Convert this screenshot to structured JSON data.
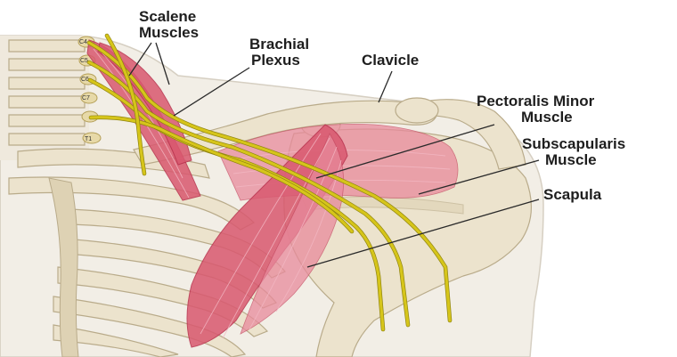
{
  "labels": {
    "scalene_line1": "Scalene",
    "scalene_line2": "Muscles",
    "brachial_line1": "Brachial",
    "brachial_line2": "Plexus",
    "clavicle": "Clavicle",
    "pectoralis_line1": "Pectoralis Minor",
    "pectoralis_line2": "Muscle",
    "subscap_line1": "Subscapularis",
    "subscap_line2": "Muscle",
    "scapula": "Scapula"
  },
  "vertebra_labels": [
    "C4",
    "C5",
    "C6",
    "C7",
    "T1"
  ],
  "colors": {
    "muscle": "#d9586f",
    "nerve": "#d6c51a",
    "bone": "#ece3cd",
    "skin": "#f2eee6"
  }
}
